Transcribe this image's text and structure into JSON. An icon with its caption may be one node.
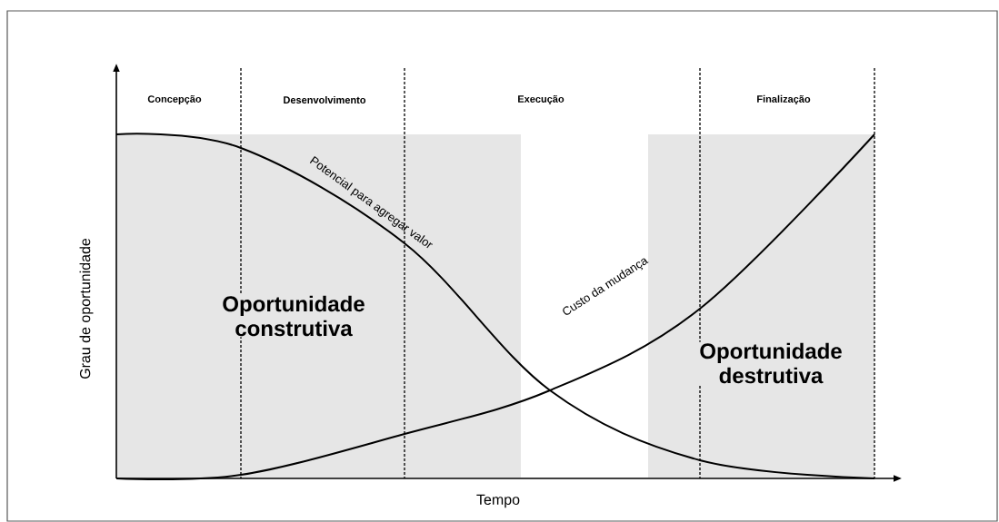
{
  "diagram": {
    "labels": [
      "Concepção",
      "Desenvolvimento",
      "Execução",
      "Finalização",
      "Potencial para agregar valor",
      "Grau de oportunidade",
      "Oportunidade construtiva",
      "Custo da mudança",
      "Oportunidade destrutiva",
      "Tempo"
    ]
  }
}
